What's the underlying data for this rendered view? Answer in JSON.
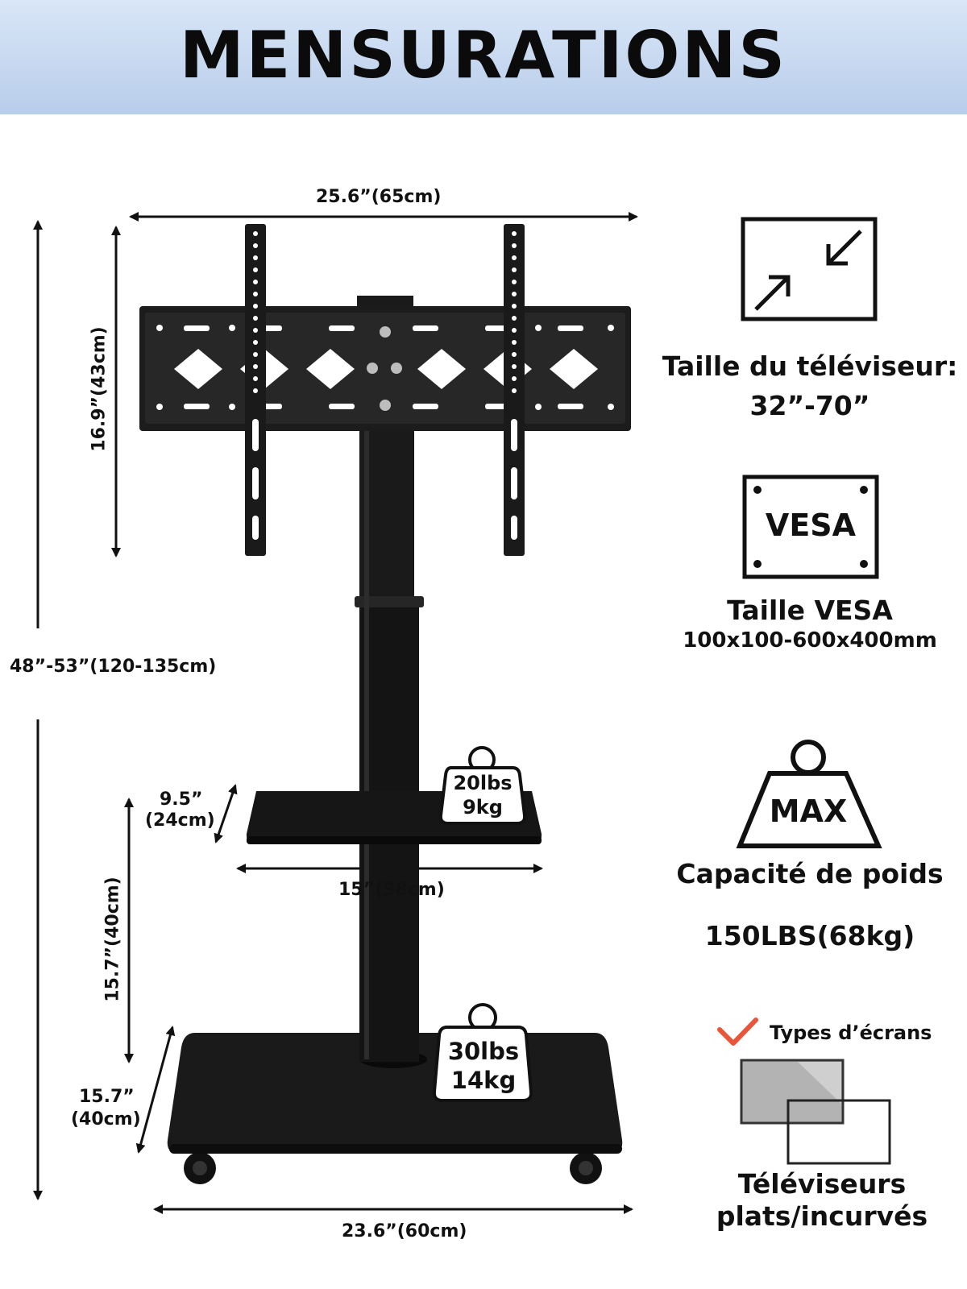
{
  "banner": {
    "title": "MENSURATIONS"
  },
  "dimensions": {
    "mount_width": "25.6”(65cm)",
    "mount_height": "16.9”(43cm)",
    "total_height": "48”-53”(120-135cm)",
    "shelf_depth_in": "9.5”",
    "shelf_depth_cm": "(24cm)",
    "shelf_width": "15”(38cm)",
    "shelf_height": "15.7”(40cm)",
    "base_depth_in": "15.7”",
    "base_depth_cm": "(40cm)",
    "base_width": "23.6”(60cm)"
  },
  "shelf_load": {
    "lbs": "20lbs",
    "kg": "9kg"
  },
  "base_load": {
    "lbs": "30lbs",
    "kg": "14kg"
  },
  "features": {
    "tv_size": {
      "title": "Taille du téléviseur:",
      "value": "32”-70”"
    },
    "vesa": {
      "icon_label": "VESA",
      "title": "Taille VESA",
      "value": "100x100-600x400mm"
    },
    "capacity": {
      "icon_label": "MAX",
      "title": "Capacité de poids",
      "value": "150LBS(68kg)"
    },
    "screens": {
      "label": "Types d’écrans",
      "line1": "Téléviseurs",
      "line2": "plats/incurvés"
    }
  },
  "colors": {
    "banner_top": "#d9e6f7",
    "banner_bottom": "#b8cdea",
    "check": "#e8553b",
    "stand": "#1a1a1a"
  }
}
